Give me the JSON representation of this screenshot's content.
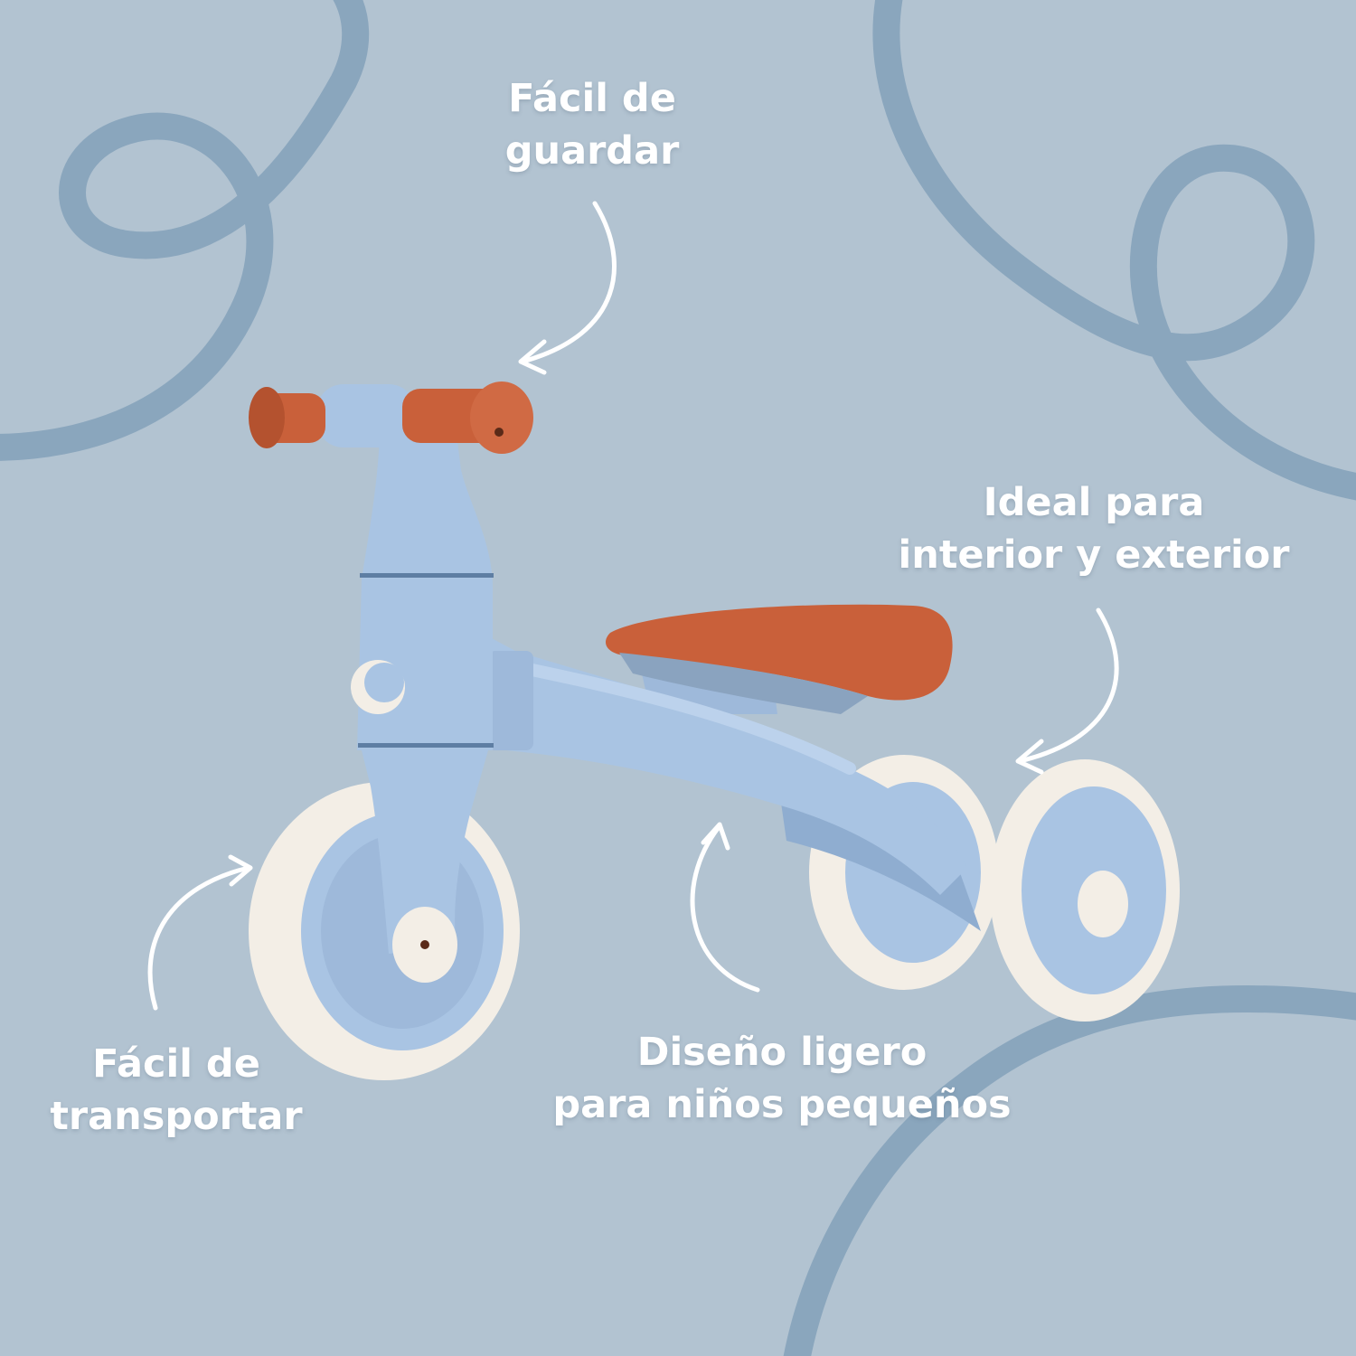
{
  "callouts": {
    "store": {
      "line1": "Fácil de",
      "line2": "guardar"
    },
    "indoor_outdoor": {
      "line1": "Ideal para",
      "line2": "interior y exterior"
    },
    "carry": {
      "line1": "Fácil de",
      "line2": "transportar"
    },
    "lightweight": {
      "line1": "Diseño ligero",
      "line2": "para niños pequeños"
    }
  },
  "colors": {
    "background": "#b2c3d1",
    "decorative_stroke": "#8aa6bd",
    "frame": "#a9c4e3",
    "frame_shadow": "#8fadd0",
    "accent_orange": "#c9603a",
    "tire": "#f3eee6",
    "text": "#ffffff"
  },
  "icons": [
    "curved-arrow-icon"
  ]
}
